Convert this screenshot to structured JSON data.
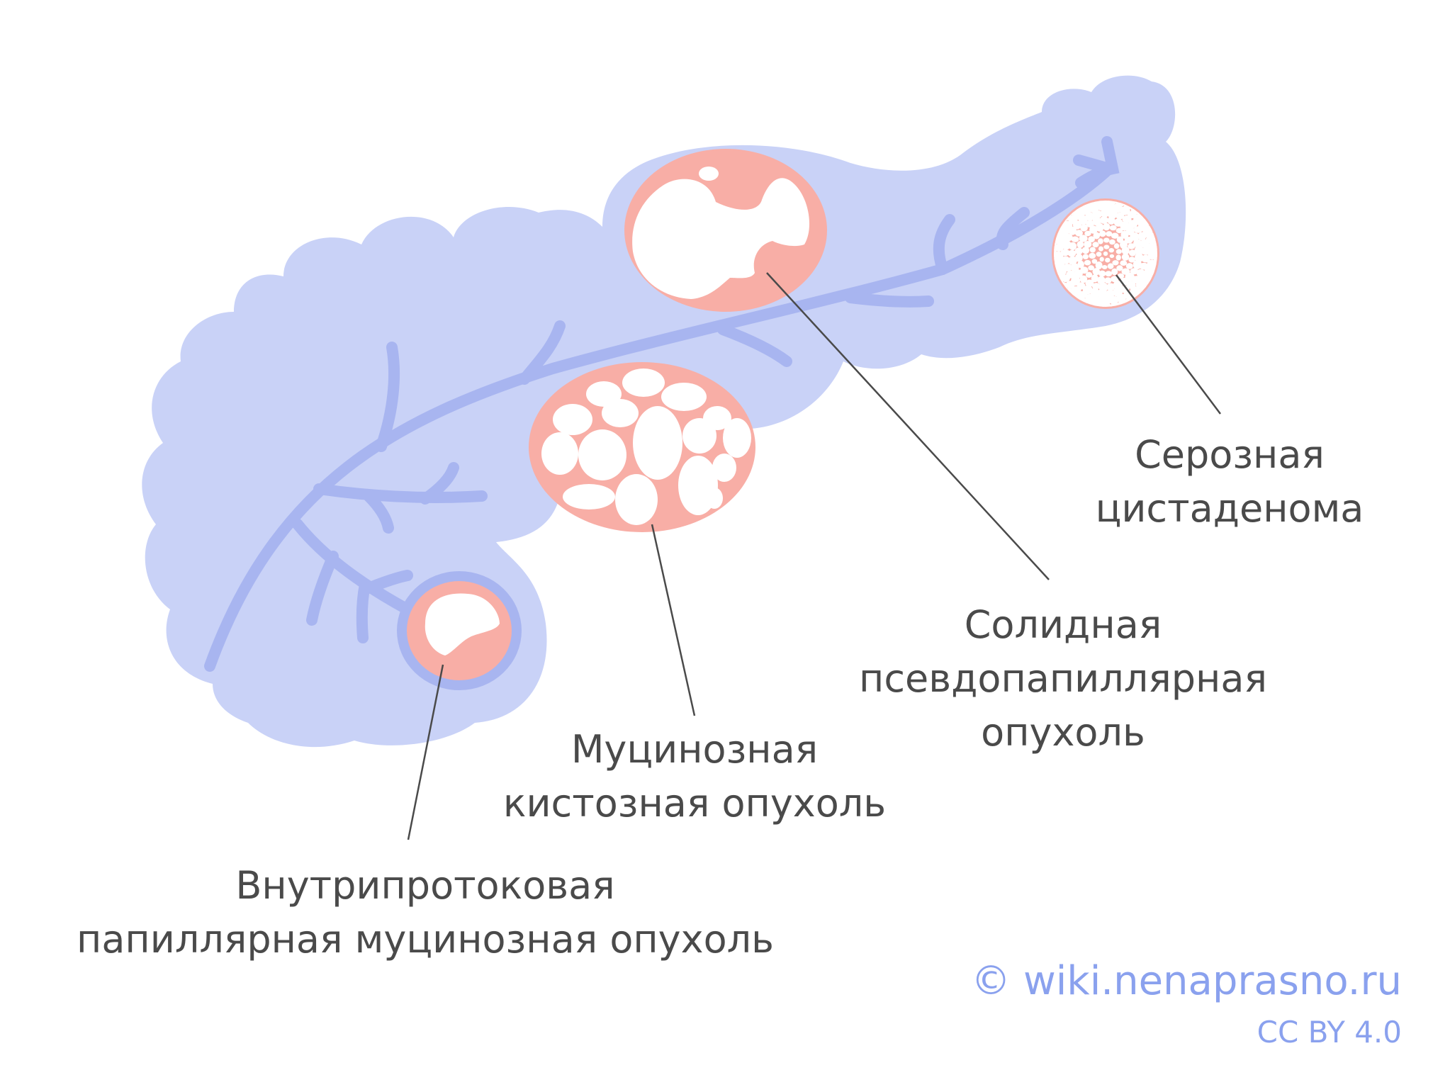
{
  "colors": {
    "gland": "#c9d2f7",
    "duct": "#a8b5f0",
    "tumor": "#f8aea6",
    "cyst": "#ffffff",
    "leader": "#4a4a4a",
    "label_text": "#4a4a4a",
    "credit": "#8aa1ee"
  },
  "labels": {
    "serous": {
      "line1": "Серозная",
      "line2": "цистаденома"
    },
    "solid": {
      "line1": "Солидная",
      "line2": "псевдопапиллярная",
      "line3": "опухоль"
    },
    "mucinous": {
      "line1": "Муцинозная",
      "line2": "кистозная опухоль"
    },
    "ipmn": {
      "line1": "Внутрипротоковая",
      "line2": "папиллярная муцинозная опухоль"
    }
  },
  "credit": {
    "site": "© wiki.nenaprasno.ru",
    "license": "CC BY 4.0"
  }
}
